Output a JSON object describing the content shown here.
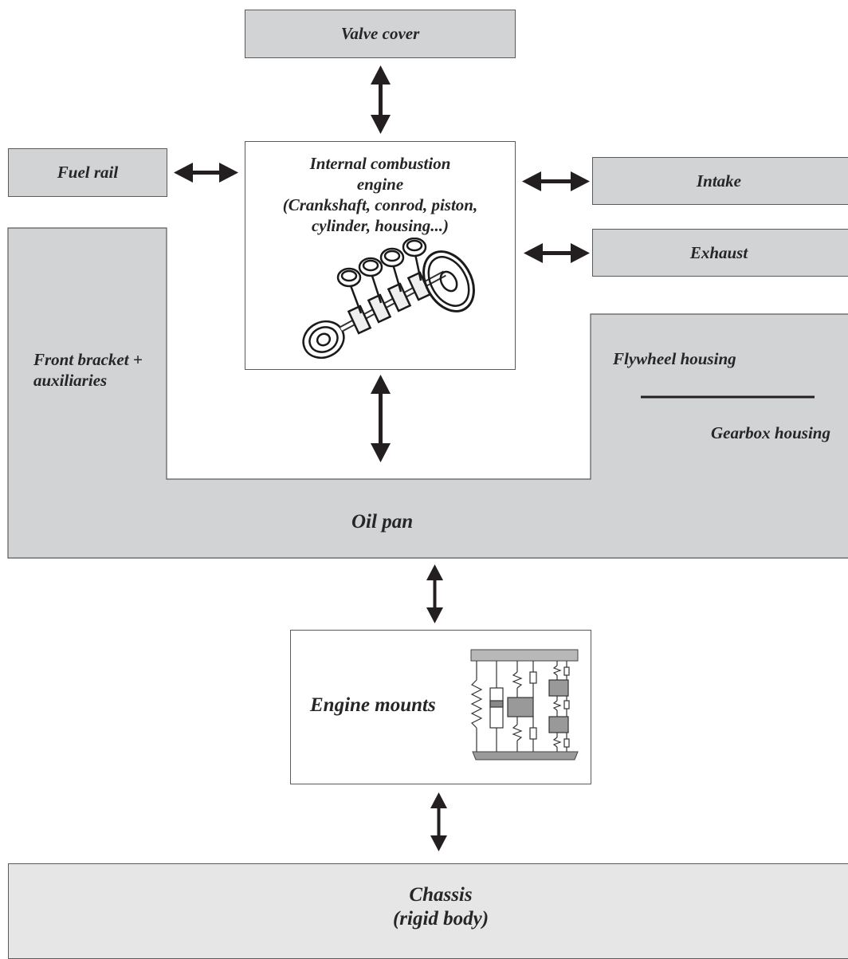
{
  "diagram": {
    "valve_cover": "Valve cover",
    "fuel_rail": "Fuel rail",
    "engine": {
      "line1": "Internal combustion",
      "line2": "engine",
      "line3": "(Crankshaft, conrod, piston,",
      "line4": "cylinder, housing...)"
    },
    "intake": "Intake",
    "exhaust": "Exhaust",
    "front_bracket": {
      "line1": "Front bracket +",
      "line2": "auxiliaries"
    },
    "flywheel_housing": "Flywheel housing",
    "gearbox_housing": "Gearbox housing",
    "oil_pan": "Oil pan",
    "engine_mounts": "Engine mounts",
    "chassis": {
      "line1": "Chassis",
      "line2": "(rigid body)"
    }
  },
  "colors": {
    "box_gray": "#d2d3d5",
    "box_light": "#e6e6e7",
    "arrow": "#231f20"
  },
  "icons": [
    "crankshaft-illustration",
    "mount-model-schematic"
  ]
}
